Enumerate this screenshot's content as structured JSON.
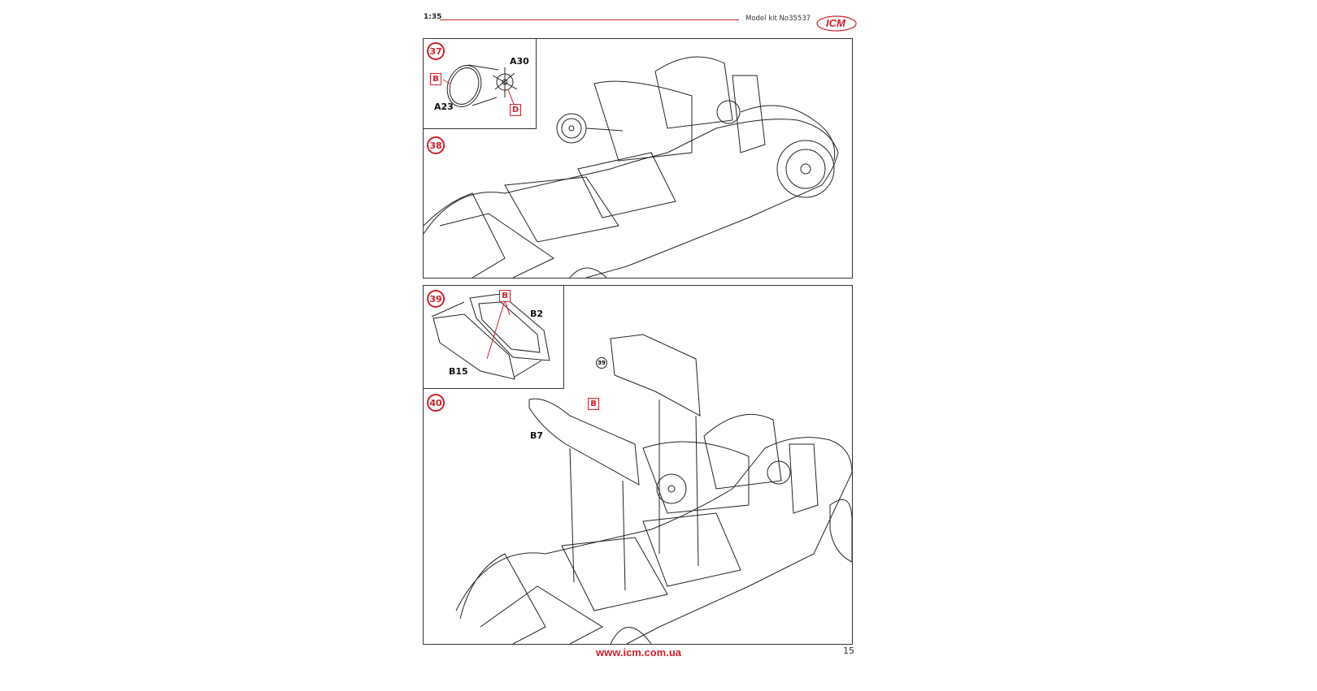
{
  "header": {
    "scale": "1:35",
    "kit_number": "Model kit No35537",
    "logo_text": "ICM",
    "accent": "#d0202a"
  },
  "steps": [
    {
      "number": "37",
      "parts": [
        "A30",
        "A23"
      ],
      "paints": [
        "B",
        "D"
      ]
    },
    {
      "number": "38"
    },
    {
      "number": "39",
      "parts": [
        "B2",
        "B15"
      ],
      "paints": [
        "B"
      ]
    },
    {
      "number": "40",
      "parts": [
        "B7"
      ],
      "paints": [
        "B"
      ],
      "sub_ref": "39"
    }
  ],
  "footer": {
    "url": "www.icm.com.ua",
    "page_number": "15"
  }
}
